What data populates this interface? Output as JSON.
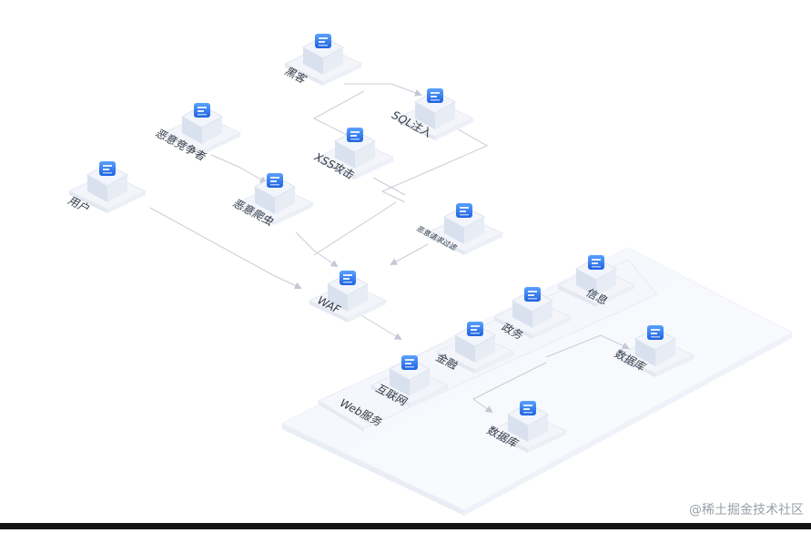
{
  "nodes": {
    "hacker": "黑客",
    "sql": "SQL注入",
    "competitor": "恶意竞争者",
    "xss": "XSS攻击",
    "user": "用户",
    "crawler": "恶意爬虫",
    "malreq": "恶意请求过滤",
    "waf": "WAF",
    "info": "信息",
    "gov": "政务",
    "finance": "金融",
    "internet": "互联网",
    "web": "Web服务",
    "db_right": "数据库",
    "db_left": "数据库"
  },
  "watermark": "@稀土掘金技术社区",
  "colors": {
    "box_top": "#f2f5fb",
    "box_left": "#d9e1ef",
    "box_right": "#e7ecf5",
    "icon_blue": "#2f7cf0",
    "connector": "#c8ccd6",
    "platform": "#f6f8fc"
  },
  "icons": {
    "hacker": "person-icon",
    "sql": "database-inject-icon",
    "competitor": "document-icon",
    "xss": "code-icon",
    "user": "person-icon",
    "crawler": "bug-icon",
    "malreq": "filter-icon",
    "waf": "firewall-icon",
    "info": "info-card-icon",
    "gov": "building-icon",
    "finance": "coin-icon",
    "internet": "globe-icon",
    "db_right": "database-icon",
    "db_left": "database-icon"
  }
}
